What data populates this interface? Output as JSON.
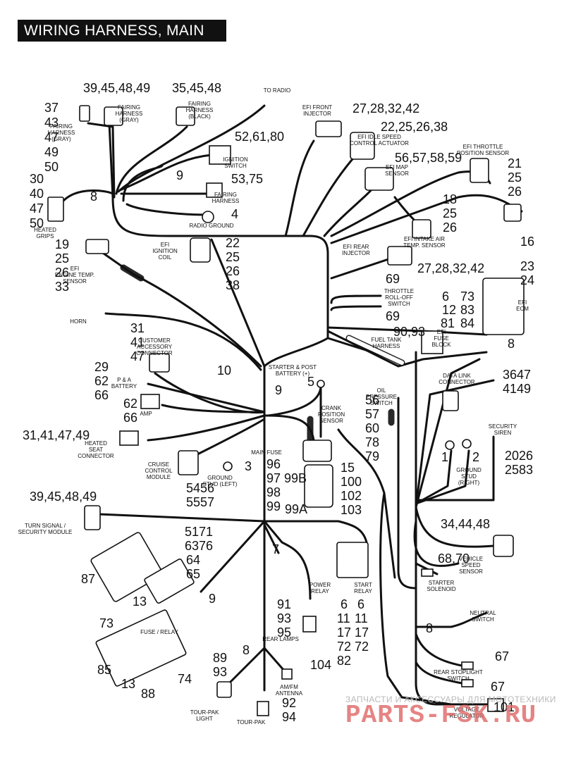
{
  "title": "WIRING HARNESS, MAIN",
  "watermark": {
    "line1": "ЗАПЧАСТИ И АКСЕССУАРЫ ДЛЯ МОТОТЕХНИКИ",
    "line2": "PARTS-FSK.RU"
  },
  "callouts": [
    {
      "id": "c1",
      "text": "39,45,48,49"
    },
    {
      "id": "c2",
      "text": "35,45,48"
    },
    {
      "id": "c3",
      "text": "37"
    },
    {
      "id": "c4",
      "text": "43"
    },
    {
      "id": "c5",
      "text": "47"
    },
    {
      "id": "c6",
      "text": "49"
    },
    {
      "id": "c7",
      "text": "50"
    },
    {
      "id": "c8",
      "text": "52,61,80"
    },
    {
      "id": "c9",
      "text": "9"
    },
    {
      "id": "c10",
      "text": "53,75"
    },
    {
      "id": "c11",
      "text": "8"
    },
    {
      "id": "c12",
      "text": "4"
    },
    {
      "id": "c13",
      "text": "30"
    },
    {
      "id": "c14",
      "text": "40"
    },
    {
      "id": "c15",
      "text": "47"
    },
    {
      "id": "c16",
      "text": "50"
    },
    {
      "id": "c17",
      "text": "27,28,32,42"
    },
    {
      "id": "c18",
      "text": "22,25,26,38"
    },
    {
      "id": "c19",
      "text": "56,57,58,59"
    },
    {
      "id": "c20",
      "text": "21"
    },
    {
      "id": "c21",
      "text": "25"
    },
    {
      "id": "c22",
      "text": "26"
    },
    {
      "id": "c23",
      "text": "18"
    },
    {
      "id": "c24",
      "text": "25"
    },
    {
      "id": "c25",
      "text": "26"
    },
    {
      "id": "c26",
      "text": "16"
    },
    {
      "id": "c27",
      "text": "19"
    },
    {
      "id": "c28",
      "text": "25"
    },
    {
      "id": "c29",
      "text": "26"
    },
    {
      "id": "c30",
      "text": "33"
    },
    {
      "id": "c31",
      "text": "22"
    },
    {
      "id": "c32",
      "text": "25"
    },
    {
      "id": "c33",
      "text": "26"
    },
    {
      "id": "c34",
      "text": "38"
    },
    {
      "id": "c35",
      "text": "27,28,32,42"
    },
    {
      "id": "c36",
      "text": "23"
    },
    {
      "id": "c37",
      "text": "24"
    },
    {
      "id": "c38",
      "text": "69"
    },
    {
      "id": "c39",
      "text": "69"
    },
    {
      "id": "c40",
      "text": "6"
    },
    {
      "id": "c41",
      "text": "73"
    },
    {
      "id": "c42",
      "text": "12"
    },
    {
      "id": "c43",
      "text": "83"
    },
    {
      "id": "c44",
      "text": "81"
    },
    {
      "id": "c45",
      "text": "84"
    },
    {
      "id": "c46",
      "text": "90,93"
    },
    {
      "id": "c47",
      "text": "8"
    },
    {
      "id": "c48",
      "text": "31"
    },
    {
      "id": "c49",
      "text": "41"
    },
    {
      "id": "c50",
      "text": "47"
    },
    {
      "id": "c51",
      "text": "10"
    },
    {
      "id": "c52",
      "text": "29"
    },
    {
      "id": "c53",
      "text": "62"
    },
    {
      "id": "c54",
      "text": "66"
    },
    {
      "id": "c55",
      "text": "5"
    },
    {
      "id": "c56",
      "text": "9"
    },
    {
      "id": "c57",
      "text": "62"
    },
    {
      "id": "c58",
      "text": "66"
    },
    {
      "id": "c59",
      "text": "56"
    },
    {
      "id": "c60",
      "text": "57"
    },
    {
      "id": "c61",
      "text": "60"
    },
    {
      "id": "c62",
      "text": "78"
    },
    {
      "id": "c63",
      "text": "79"
    },
    {
      "id": "c64",
      "text": "3647"
    },
    {
      "id": "c65",
      "text": "4149"
    },
    {
      "id": "c66",
      "text": "31,41,47,49"
    },
    {
      "id": "c67",
      "text": "3"
    },
    {
      "id": "c68",
      "text": "96"
    },
    {
      "id": "c69",
      "text": "97"
    },
    {
      "id": "c70",
      "text": "99B"
    },
    {
      "id": "c71",
      "text": "98"
    },
    {
      "id": "c72",
      "text": "99"
    },
    {
      "id": "c73",
      "text": "99A"
    },
    {
      "id": "c74",
      "text": "15"
    },
    {
      "id": "c75",
      "text": "100"
    },
    {
      "id": "c76",
      "text": "102"
    },
    {
      "id": "c77",
      "text": "103"
    },
    {
      "id": "c78",
      "text": "1"
    },
    {
      "id": "c79",
      "text": "2"
    },
    {
      "id": "c80",
      "text": "2026"
    },
    {
      "id": "c81",
      "text": "2583"
    },
    {
      "id": "c82",
      "text": "5456"
    },
    {
      "id": "c83",
      "text": "5557"
    },
    {
      "id": "c84",
      "text": "39,45,48,49"
    },
    {
      "id": "c85",
      "text": "5171"
    },
    {
      "id": "c86",
      "text": "6376"
    },
    {
      "id": "c87",
      "text": "64"
    },
    {
      "id": "c88",
      "text": "65"
    },
    {
      "id": "c89",
      "text": "7"
    },
    {
      "id": "c90",
      "text": "34,44,48"
    },
    {
      "id": "c91",
      "text": "87"
    },
    {
      "id": "c92",
      "text": "13"
    },
    {
      "id": "c93",
      "text": "9"
    },
    {
      "id": "c94",
      "text": "68,70"
    },
    {
      "id": "c95",
      "text": "91"
    },
    {
      "id": "c96",
      "text": "93"
    },
    {
      "id": "c97",
      "text": "95"
    },
    {
      "id": "c98",
      "text": "6"
    },
    {
      "id": "c99",
      "text": "11"
    },
    {
      "id": "c100",
      "text": "17"
    },
    {
      "id": "c101",
      "text": "72"
    },
    {
      "id": "c102",
      "text": "82"
    },
    {
      "id": "c103",
      "text": "6"
    },
    {
      "id": "c104",
      "text": "11"
    },
    {
      "id": "c105",
      "text": "17"
    },
    {
      "id": "c106",
      "text": "72"
    },
    {
      "id": "c107",
      "text": "8"
    },
    {
      "id": "c108",
      "text": "73"
    },
    {
      "id": "c109",
      "text": "89"
    },
    {
      "id": "c110",
      "text": "93"
    },
    {
      "id": "c111",
      "text": "8"
    },
    {
      "id": "c112",
      "text": "104"
    },
    {
      "id": "c113",
      "text": "85"
    },
    {
      "id": "c114",
      "text": "13"
    },
    {
      "id": "c115",
      "text": "88"
    },
    {
      "id": "c116",
      "text": "74"
    },
    {
      "id": "c117",
      "text": "67"
    },
    {
      "id": "c118",
      "text": "67"
    },
    {
      "id": "c119",
      "text": "92"
    },
    {
      "id": "c120",
      "text": "94"
    },
    {
      "id": "c121",
      "text": "101"
    }
  ],
  "labels": [
    {
      "id": "l1",
      "lines": [
        "TO RADIO"
      ]
    },
    {
      "id": "l2",
      "lines": [
        "FAIRING",
        "HARNESS",
        "(GRAY)"
      ]
    },
    {
      "id": "l3",
      "lines": [
        "FAIRING",
        "HARNESS",
        "(BLACK)"
      ]
    },
    {
      "id": "l4",
      "lines": [
        "FAIRING",
        "HARNESS",
        "(GRAY)"
      ]
    },
    {
      "id": "l5",
      "lines": [
        "IGNITION",
        "SWITCH"
      ]
    },
    {
      "id": "l6",
      "lines": [
        "FAIRING",
        "HARNESS"
      ]
    },
    {
      "id": "l7",
      "lines": [
        "RADIO GROUND"
      ]
    },
    {
      "id": "l8",
      "lines": [
        "HEATED",
        "GRIPS"
      ]
    },
    {
      "id": "l9",
      "lines": [
        "EFI FRONT",
        "INJECTOR"
      ]
    },
    {
      "id": "l10",
      "lines": [
        "EFI IDLE SPEED",
        "CONTROL ACTUATOR"
      ]
    },
    {
      "id": "l11",
      "lines": [
        "EFI MAP",
        "SENSOR"
      ]
    },
    {
      "id": "l12",
      "lines": [
        "EFI THROTTLE",
        "POSITION SENSOR"
      ]
    },
    {
      "id": "l13",
      "lines": [
        "EFI INTAKE AIR",
        "TEMP. SENSOR"
      ]
    },
    {
      "id": "l14",
      "lines": [
        "EFI",
        "ENGINE TEMP.",
        "SENSOR"
      ]
    },
    {
      "id": "l15",
      "lines": [
        "EFI",
        "IGNITION",
        "COIL"
      ]
    },
    {
      "id": "l16",
      "lines": [
        "EFI REAR",
        "INJECTOR"
      ]
    },
    {
      "id": "l17",
      "lines": [
        "EFI",
        "ECM"
      ]
    },
    {
      "id": "l18",
      "lines": [
        "THROTTLE",
        "ROLL-OFF",
        "SWITCH"
      ]
    },
    {
      "id": "l19",
      "lines": [
        "HORN"
      ]
    },
    {
      "id": "l20",
      "lines": [
        "EFI",
        "FUSE",
        "BLOCK"
      ]
    },
    {
      "id": "l21",
      "lines": [
        "FUEL TANK",
        "HARNESS"
      ]
    },
    {
      "id": "l22",
      "lines": [
        "CUSTOMER",
        "ACCESSORY",
        "CONNECTOR"
      ]
    },
    {
      "id": "l23",
      "lines": [
        "STARTER & POST",
        "BATTERY (+)"
      ]
    },
    {
      "id": "l24",
      "lines": [
        "P & A",
        "BATTERY"
      ]
    },
    {
      "id": "l25",
      "lines": [
        "AMP"
      ]
    },
    {
      "id": "l26",
      "lines": [
        "DATA LINK",
        "CONNECTOR"
      ]
    },
    {
      "id": "l27",
      "lines": [
        "OIL",
        "PRESSURE",
        "SWITCH"
      ]
    },
    {
      "id": "l28",
      "lines": [
        "CRANK",
        "POSITION",
        "SENSOR"
      ]
    },
    {
      "id": "l29",
      "lines": [
        "SECURITY",
        "SIREN"
      ]
    },
    {
      "id": "l30",
      "lines": [
        "HEATED",
        "SEAT",
        "CONNECTOR"
      ]
    },
    {
      "id": "l31",
      "lines": [
        "MAIN FUSE"
      ]
    },
    {
      "id": "l32",
      "lines": [
        "CRUISE",
        "CONTROL",
        "MODULE"
      ]
    },
    {
      "id": "l33",
      "lines": [
        "GROUND",
        "STUD (LEFT)"
      ]
    },
    {
      "id": "l34",
      "lines": [
        "GROUND",
        "STUD",
        "(RIGHT)"
      ]
    },
    {
      "id": "l35",
      "lines": [
        "TURN SIGNAL /",
        "SECURITY MODULE"
      ]
    },
    {
      "id": "l36",
      "lines": [
        "VEHICLE",
        "SPEED",
        "SENSOR"
      ]
    },
    {
      "id": "l37",
      "lines": [
        "POWER",
        "RELAY"
      ]
    },
    {
      "id": "l38",
      "lines": [
        "START",
        "RELAY"
      ]
    },
    {
      "id": "l39",
      "lines": [
        "STARTER",
        "SOLENOID"
      ]
    },
    {
      "id": "l40",
      "lines": [
        "REAR LAMPS"
      ]
    },
    {
      "id": "l41",
      "lines": [
        "NEUTRAL",
        "SWITCH"
      ]
    },
    {
      "id": "l42",
      "lines": [
        "FUSE / RELAY"
      ]
    },
    {
      "id": "l43",
      "lines": [
        "AM/FM",
        "ANTENNA"
      ]
    },
    {
      "id": "l44",
      "lines": [
        "REAR STOPLIGHT",
        "SWITCH"
      ]
    },
    {
      "id": "l45",
      "lines": [
        "TOUR-PAK",
        "LIGHT"
      ]
    },
    {
      "id": "l46",
      "lines": [
        "TOUR-PAK"
      ]
    },
    {
      "id": "l47",
      "lines": [
        "VOLTAGE",
        "REGULATOR"
      ]
    }
  ]
}
